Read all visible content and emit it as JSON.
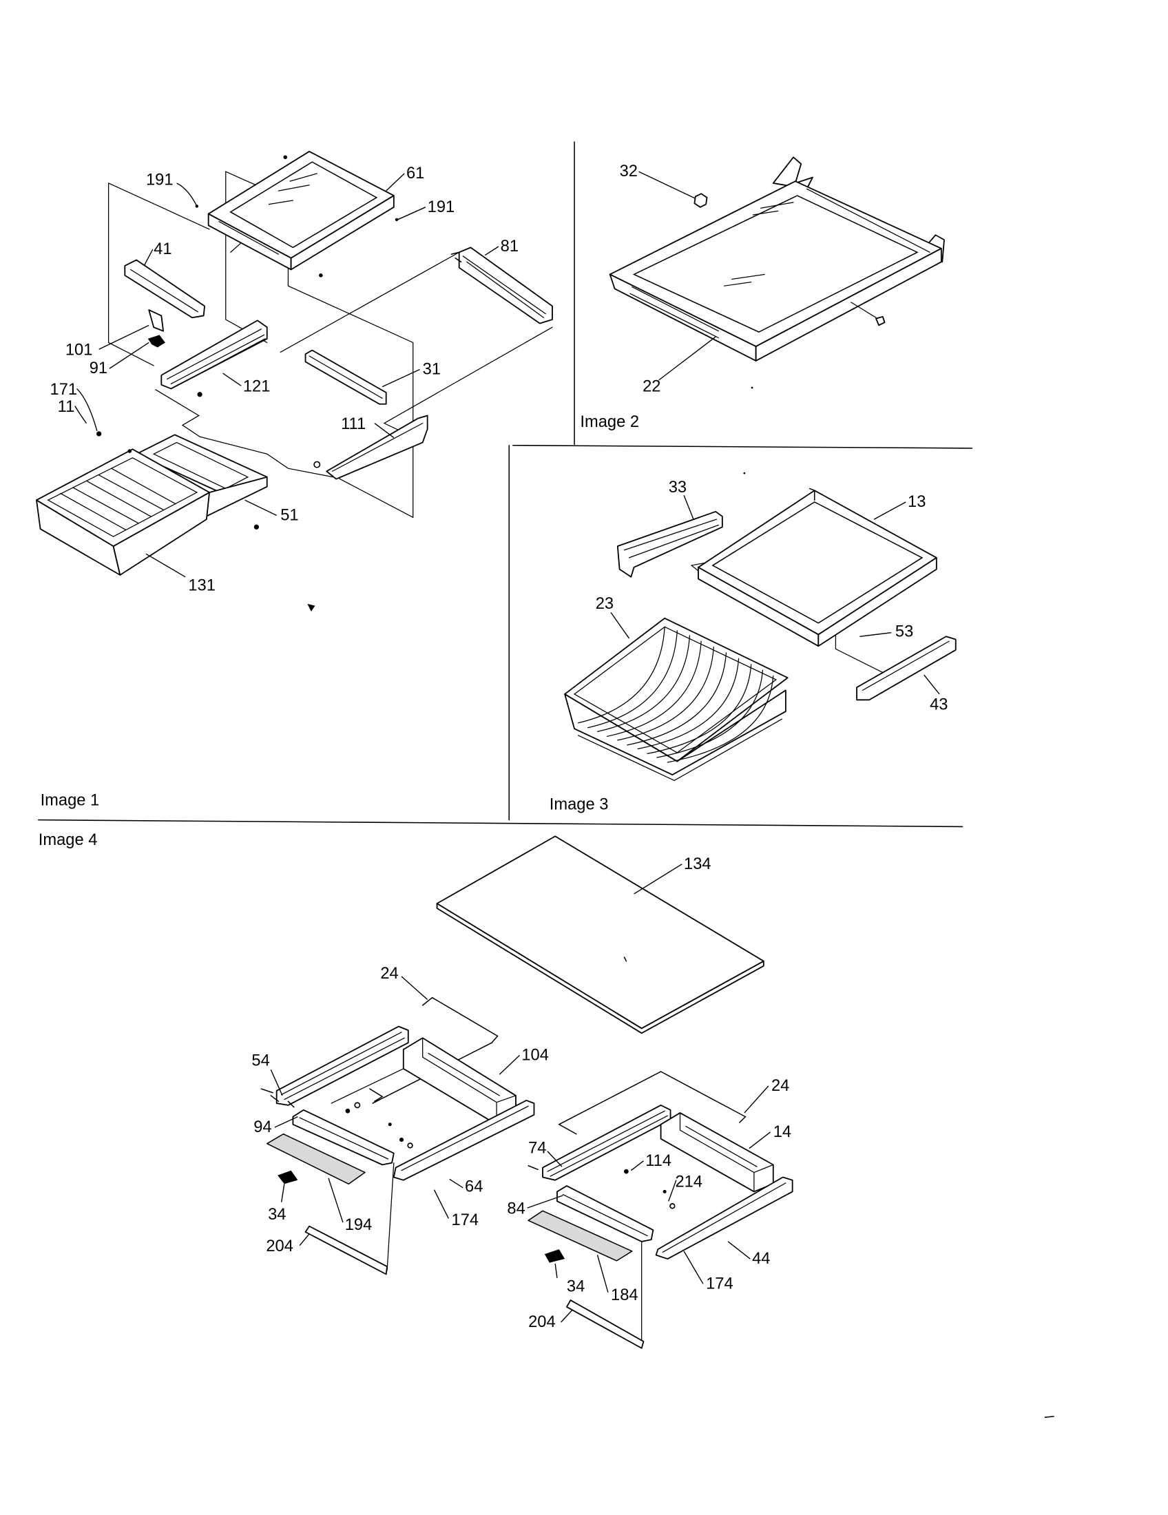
{
  "colors": {
    "ink": "#000000",
    "paper": "#ffffff"
  },
  "image1": {
    "caption": "Image 1",
    "callouts": [
      "191",
      "61",
      "191",
      "41",
      "81",
      "101",
      "91",
      "121",
      "31",
      "171",
      "11",
      "111",
      "51",
      "131"
    ]
  },
  "image2": {
    "caption": "Image 2",
    "callouts": [
      "32",
      "22"
    ]
  },
  "image3": {
    "caption": "Image 3",
    "callouts": [
      "33",
      "13",
      "23",
      "53",
      "43"
    ]
  },
  "image4": {
    "caption": "Image 4",
    "callouts": [
      "134",
      "24",
      "104",
      "54",
      "24",
      "94",
      "14",
      "74",
      "114",
      "214",
      "64",
      "84",
      "34",
      "194",
      "174",
      "44",
      "204",
      "174",
      "34",
      "184",
      "204"
    ]
  }
}
